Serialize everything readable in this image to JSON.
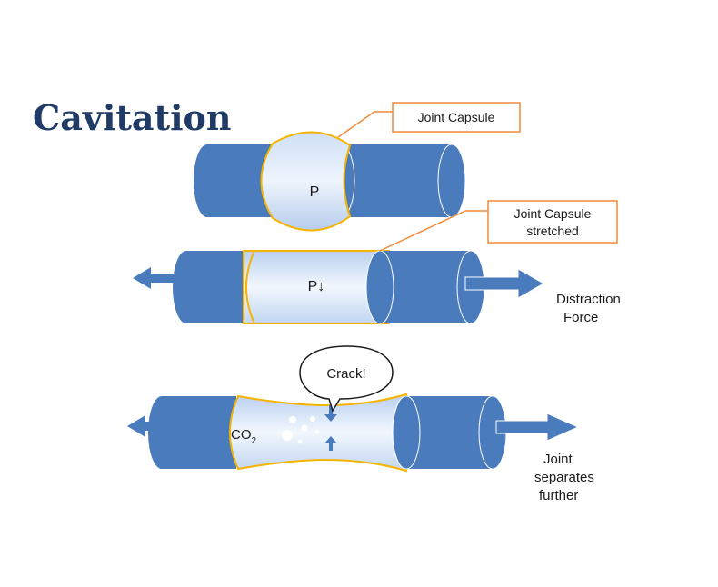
{
  "title": "Cavitation",
  "callouts": {
    "capsule_top": "Joint Capsule",
    "capsule_mid_line1": "Joint Capsule",
    "capsule_mid_line2": "stretched"
  },
  "labels": {
    "pressure_top": "P",
    "pressure_mid": "P↓",
    "co2_main": "CO",
    "co2_sub": "2",
    "crack": "Crack!",
    "distraction_line1": "Distraction",
    "distraction_line2": "Force",
    "separates_line1": "Joint",
    "separates_line2": "separates",
    "separates_line3": "further"
  },
  "colors": {
    "bone": "#4a7bbd",
    "bone_dark": "#345f9b",
    "capsule_outline": "#f5b400",
    "callout_border": "#f08a3c",
    "title": "#1f3b66"
  },
  "icons": {
    "arrow": "arrow-icon",
    "bubble": "speech-bubble-icon"
  }
}
